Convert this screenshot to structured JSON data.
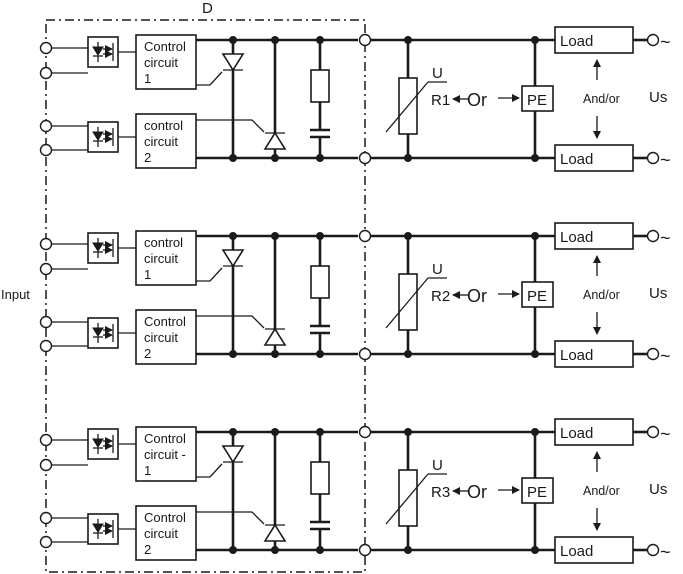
{
  "diagram": {
    "enclosure_label": "D",
    "input_label": "Input",
    "channels": [
      {
        "circuit_top": [
          "Control",
          "circuit",
          "1"
        ],
        "circuit_bottom": [
          "control",
          "circuit",
          "2"
        ],
        "resistor_label": "R1",
        "u_label": "U",
        "or_label": "Or",
        "pe_label": "PE",
        "andor_label": "And/or",
        "us_label": "Us",
        "load_top": "Load",
        "load_bottom": "Load",
        "tilde": "~"
      },
      {
        "circuit_top": [
          "control",
          "circuit",
          "1"
        ],
        "circuit_bottom": [
          "Control",
          "circuit",
          "2"
        ],
        "resistor_label": "R2",
        "u_label": "U",
        "or_label": "Or",
        "pe_label": "PE",
        "andor_label": "And/or",
        "us_label": "Us",
        "load_top": "Load",
        "load_bottom": "Load",
        "tilde": "~"
      },
      {
        "circuit_top": [
          "Control",
          "circuit -",
          "1"
        ],
        "circuit_bottom": [
          "Control",
          "circuit",
          "2"
        ],
        "resistor_label": "R3",
        "u_label": "U",
        "or_label": "Or",
        "pe_label": "PE",
        "andor_label": "And/or",
        "us_label": "Us",
        "load_top": "Load",
        "load_bottom": "Load",
        "tilde": "~"
      }
    ]
  }
}
